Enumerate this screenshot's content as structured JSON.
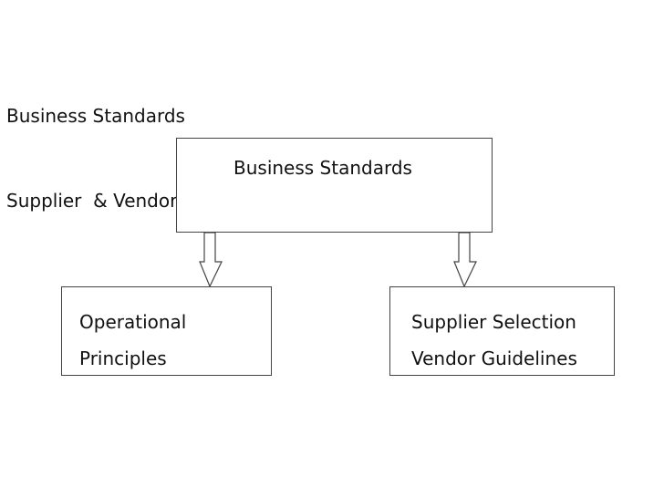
{
  "slide": {
    "title_line1": "Business Standards",
    "title_line2": "Supplier  & Vendor Selection Guidelines"
  },
  "diagram": {
    "top_box": {
      "label": "Business Standards"
    },
    "left_box": {
      "line1": "Operational",
      "line2": "Principles"
    },
    "right_box": {
      "line1": "Supplier Selection",
      "line2": "Vendor Guidelines"
    }
  },
  "colors": {
    "stroke": "#444444",
    "text": "#111111",
    "background": "#ffffff"
  }
}
